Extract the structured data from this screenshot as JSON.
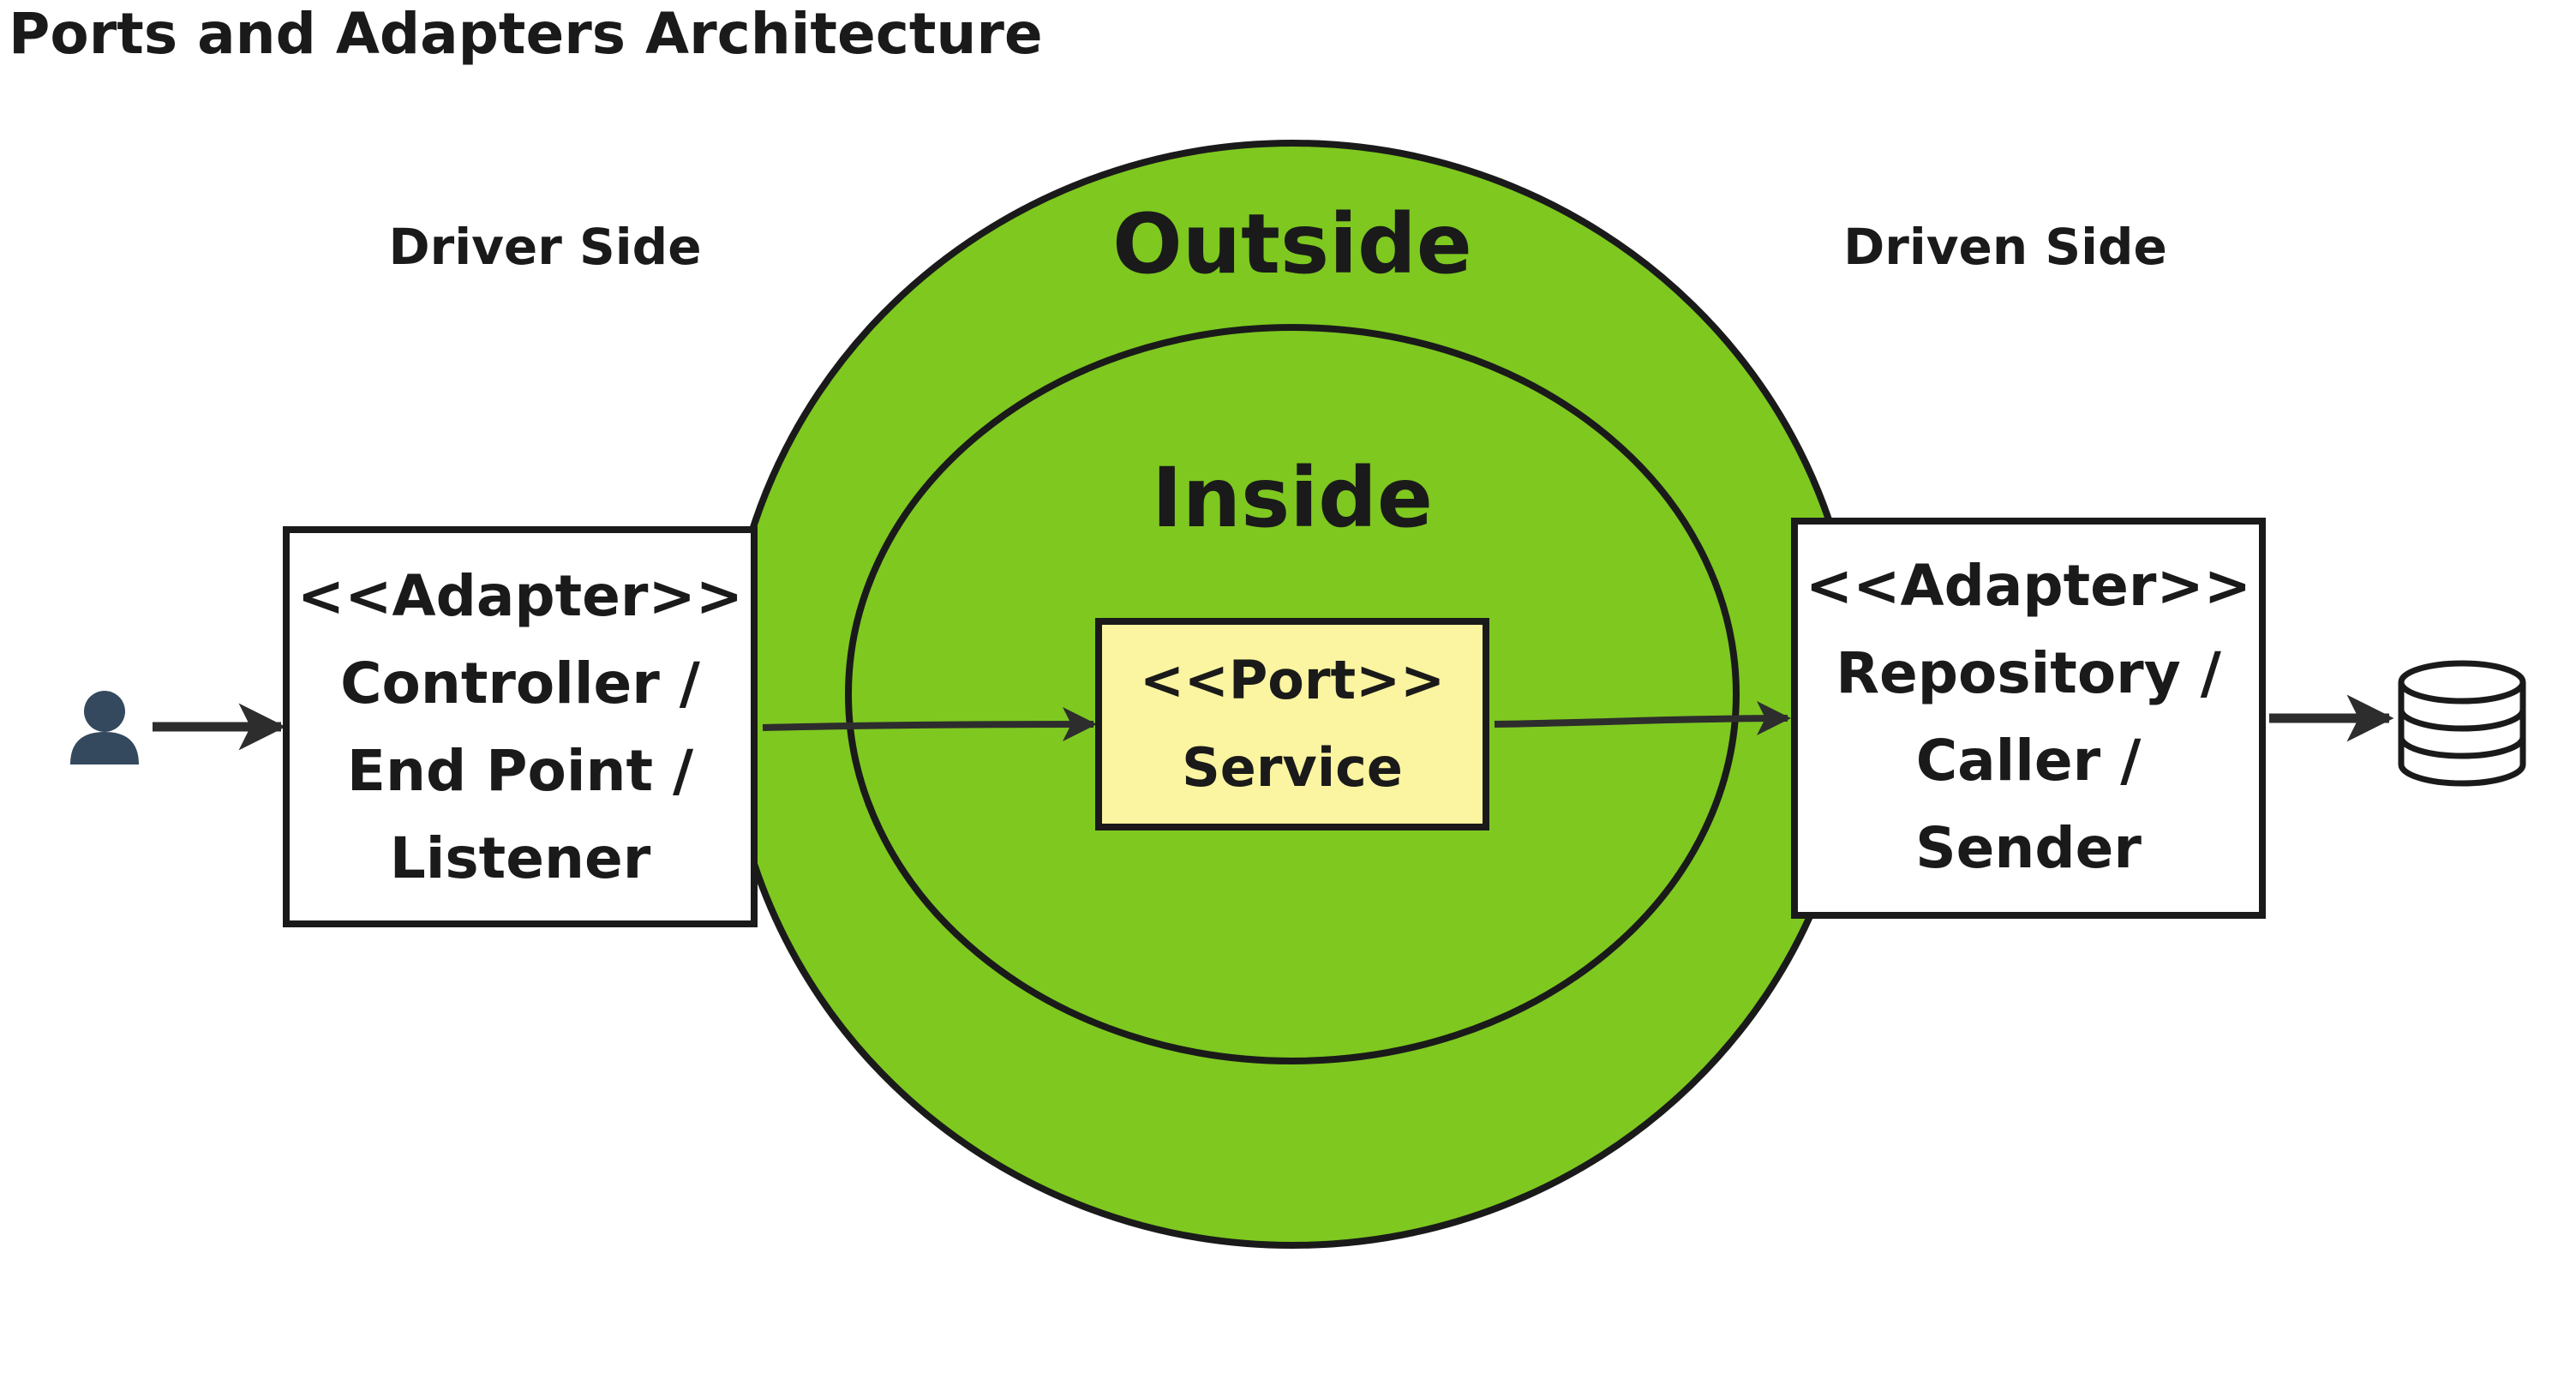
{
  "title": "Ports and Adapters Architecture",
  "driver_side_label": "Driver Side",
  "driven_side_label": "Driven Side",
  "outside_label": "Outside",
  "inside_label": "Inside",
  "driver_adapter": {
    "stereotype": "<<Adapter>>",
    "lines": [
      "Controller /",
      "End Point /",
      "Listener"
    ]
  },
  "port": {
    "stereotype": "<<Port>>",
    "name": "Service"
  },
  "driven_adapter": {
    "stereotype": "<<Adapter>>",
    "lines": [
      "Repository /",
      "Caller /",
      "Sender"
    ]
  },
  "icons": {
    "actor": "user-icon",
    "storage": "database-icon"
  },
  "colors": {
    "outside_fill": "#7ec820",
    "inside_fill": "#7ec820",
    "port_fill": "#fbf4a0",
    "adapter_fill": "#ffffff",
    "stroke": "#1a1a1a",
    "actor": "#34495e",
    "arrow": "#2d2d2d"
  }
}
